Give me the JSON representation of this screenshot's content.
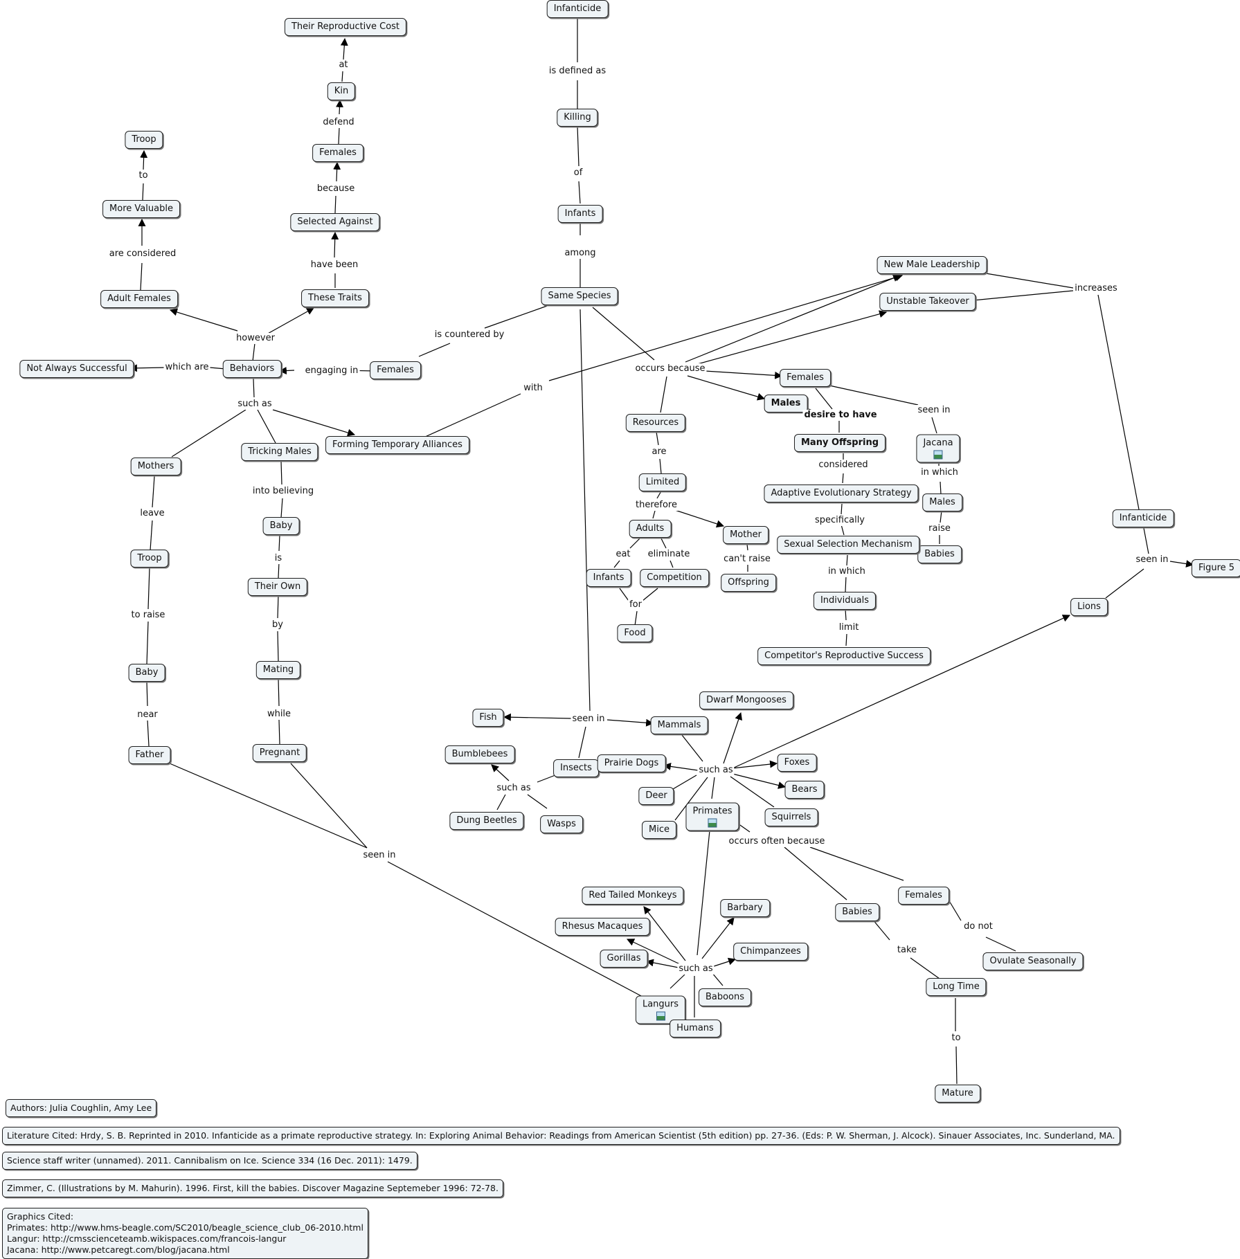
{
  "nodes": {
    "infanticide_top": "Infanticide",
    "killing": "Killing",
    "infants_top": "Infants",
    "same_species": "Same Species",
    "females_countered": "Females",
    "behaviors": "Behaviors",
    "not_always_successful": "Not Always Successful",
    "adult_females": "Adult Females",
    "more_valuable": "More Valuable",
    "troop_top": "Troop",
    "these_traits": "These Traits",
    "selected_against": "Selected Against",
    "females_defend": "Females",
    "kin": "Kin",
    "their_reproductive_cost": "Their Reproductive Cost",
    "forming_alliances": "Forming Temporary Alliances",
    "mothers": "Mothers",
    "troop_mid": "Troop",
    "baby_left": "Baby",
    "father": "Father",
    "tricking_males": "Tricking Males",
    "baby_mid": "Baby",
    "their_own": "Their Own",
    "mating": "Mating",
    "pregnant": "Pregnant",
    "new_male_leadership": "New Male Leadership",
    "unstable_takeover": "Unstable Takeover",
    "females_right": "Females",
    "males": "Males",
    "many_offspring": "Many Offspring",
    "jacana": "Jacana",
    "males_jacana": "Males",
    "babies_jacana": "Babies",
    "adaptive_strategy": "Adaptive Evolutionary Strategy",
    "sexual_selection": "Sexual Selection Mechanism",
    "individuals": "Individuals",
    "competitors_success": "Competitor's Reproductive Success",
    "resources": "Resources",
    "limited": "Limited",
    "adults": "Adults",
    "mother": "Mother",
    "offspring": "Offspring",
    "infants_eat": "Infants",
    "competition": "Competition",
    "food": "Food",
    "infanticide_right": "Infanticide",
    "figure5": "Figure 5",
    "lions": "Lions",
    "fish": "Fish",
    "mammals": "Mammals",
    "insects": "Insects",
    "bumblebees": "Bumblebees",
    "dung_beetles": "Dung Beetles",
    "wasps": "Wasps",
    "dwarf_mongooses": "Dwarf Mongooses",
    "prairie_dogs": "Prairie Dogs",
    "foxes": "Foxes",
    "bears": "Bears",
    "deer": "Deer",
    "primates": "Primates",
    "squirrels": "Squirrels",
    "mice": "Mice",
    "red_tailed_monkeys": "Red Tailed Monkeys",
    "barbary": "Barbary",
    "rhesus_macaques": "Rhesus Macaques",
    "chimpanzees": "Chimpanzees",
    "gorillas": "Gorillas",
    "baboons": "Baboons",
    "langurs": "Langurs",
    "humans": "Humans",
    "babies_primates": "Babies",
    "females_primates": "Females",
    "ovulate_seasonally": "Ovulate Seasonally",
    "long_time": "Long Time",
    "mature": "Mature"
  },
  "links": {
    "is_defined_as": "is defined as",
    "of": "of",
    "among": "among",
    "is_countered_by": "is countered by",
    "engaging_in": "engaging in",
    "which_are": "which are",
    "however": "however",
    "are_considered": "are considered",
    "to_troop": "to",
    "have_been": "have been",
    "because": "because",
    "defend": "defend",
    "at": "at",
    "such_as_behaviors": "such as",
    "with": "with",
    "leave": "leave",
    "to_raise": "to raise",
    "near": "near",
    "into_believing": "into believing",
    "is": "is",
    "by": "by",
    "while": "while",
    "seen_in_left": "seen in",
    "occurs_because": "occurs because",
    "desire_to_have": "desire to have",
    "seen_in_jacana": "seen in",
    "in_which_jacana": "in which",
    "raise": "raise",
    "considered": "considered",
    "specifically": "specifically",
    "in_which_sexual": "in which",
    "limit": "limit",
    "are": "are",
    "therefore": "therefore",
    "cant_raise": "can't raise",
    "eat": "eat",
    "eliminate": "eliminate",
    "for": "for",
    "increases": "increases",
    "seen_in_right": "seen in",
    "seen_in_mid": "seen in",
    "such_as_insects": "such as",
    "such_as_mammals": "such as",
    "occurs_often_because": "occurs often because",
    "such_as_primates": "such as",
    "take": "take",
    "to_mature": "to",
    "do_not": "do not"
  },
  "footer": {
    "authors": "Authors:  Julia Coughlin, Amy Lee",
    "lit1": "Literature Cited: Hrdy, S. B. Reprinted in 2010. Infanticide as a primate reproductive strategy. In: Exploring Animal Behavior: Readings from American Scientist (5th edition) pp. 27-36. (Eds: P. W. Sherman, J. Alcock). Sinauer Associates, Inc. Sunderland, MA.",
    "lit2": "Science staff writer (unnamed). 2011. Cannibalism on Ice. Science 334 (16 Dec. 2011): 1479.",
    "lit3": "Zimmer, C. (Illustrations by M. Mahurin). 1996. First, kill the babies. Discover Magazine Septemeber 1996: 72-78.",
    "graphics_title": "Graphics Cited:",
    "graphics_primates": "Primates: http://www.hms-beagle.com/SC2010/beagle_science_club_06-2010.html",
    "graphics_langur": "Langur: http://cmsscienceteamb.wikispaces.com/francois-langur",
    "graphics_jacana": "Jacana: http://www.petcaregt.com/blog/jacana.html"
  }
}
